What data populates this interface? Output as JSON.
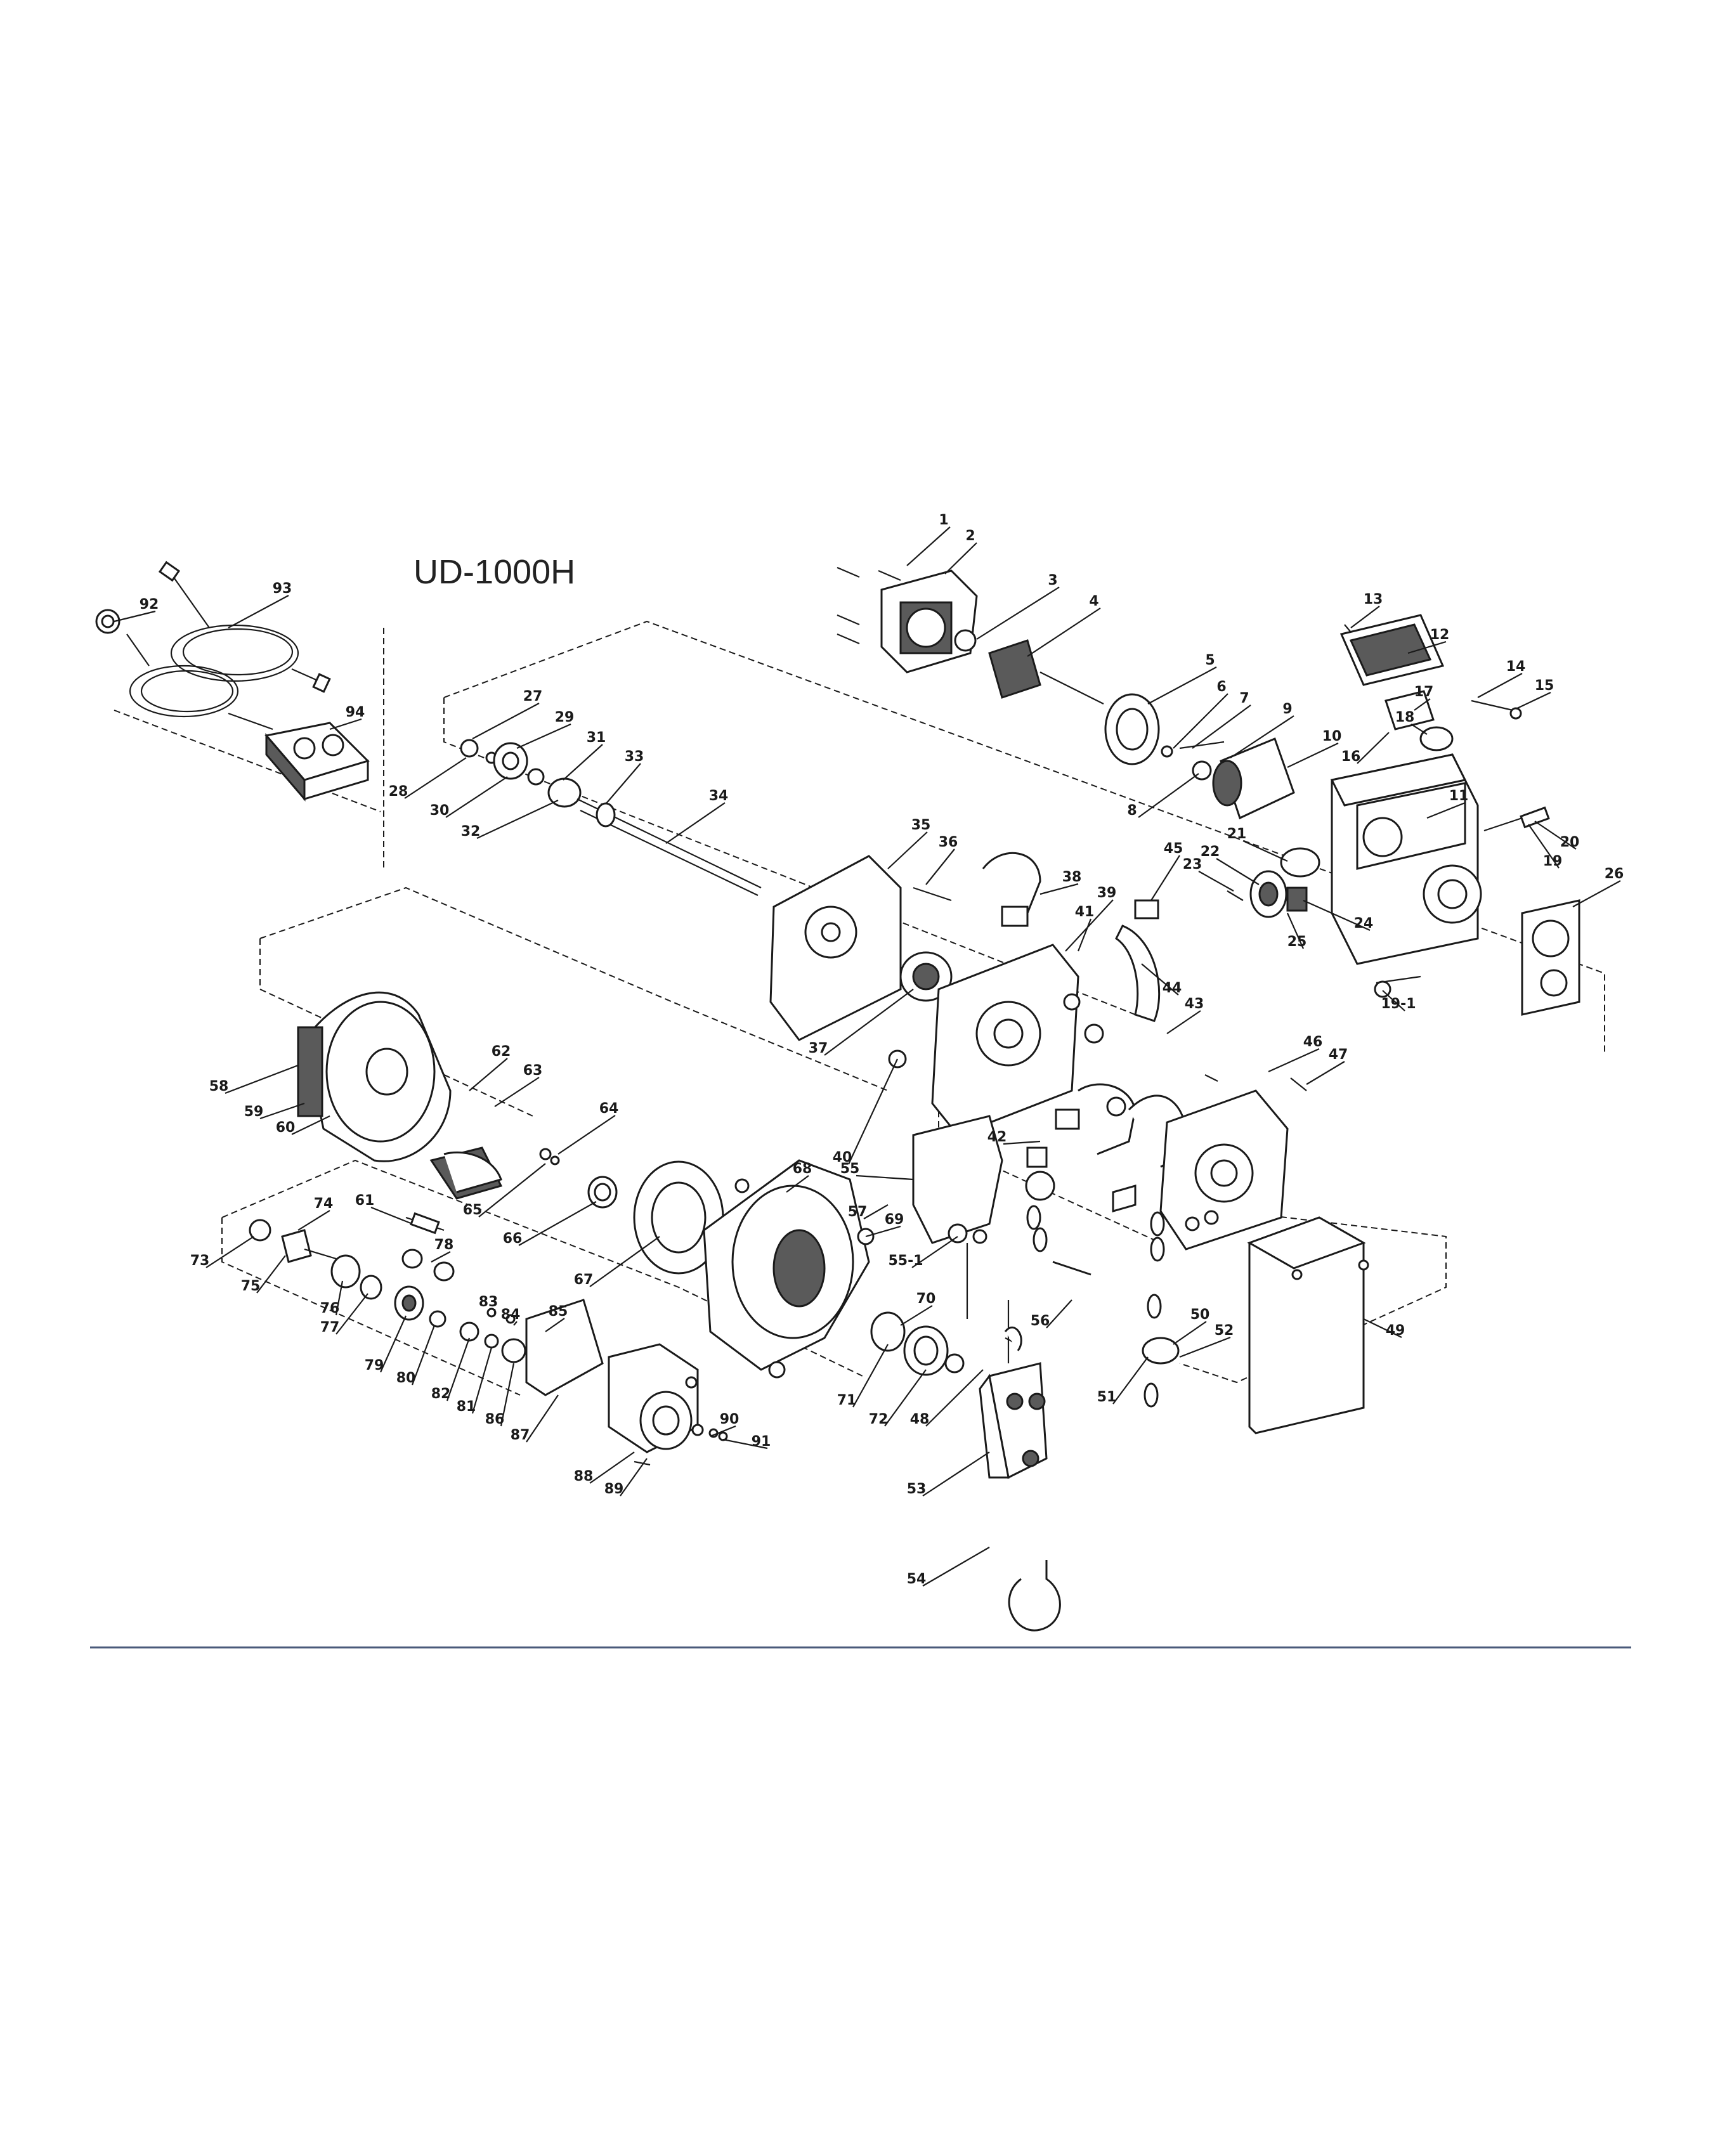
{
  "title": "UD-1000H",
  "colors": {
    "line": "#1a1a1a",
    "rule": "#4a5a7a",
    "background": "#ffffff"
  },
  "parts": [
    {
      "label": "1"
    },
    {
      "label": "2"
    },
    {
      "label": "3"
    },
    {
      "label": "4"
    },
    {
      "label": "5"
    },
    {
      "label": "6"
    },
    {
      "label": "7"
    },
    {
      "label": "8"
    },
    {
      "label": "9"
    },
    {
      "label": "10"
    },
    {
      "label": "11"
    },
    {
      "label": "12"
    },
    {
      "label": "13"
    },
    {
      "label": "14"
    },
    {
      "label": "15"
    },
    {
      "label": "16"
    },
    {
      "label": "17"
    },
    {
      "label": "18"
    },
    {
      "label": "19"
    },
    {
      "label": "19-1"
    },
    {
      "label": "20"
    },
    {
      "label": "21"
    },
    {
      "label": "22"
    },
    {
      "label": "23"
    },
    {
      "label": "24"
    },
    {
      "label": "25"
    },
    {
      "label": "26"
    },
    {
      "label": "27"
    },
    {
      "label": "28"
    },
    {
      "label": "29"
    },
    {
      "label": "30"
    },
    {
      "label": "31"
    },
    {
      "label": "32"
    },
    {
      "label": "33"
    },
    {
      "label": "34"
    },
    {
      "label": "35"
    },
    {
      "label": "36"
    },
    {
      "label": "37"
    },
    {
      "label": "38"
    },
    {
      "label": "39"
    },
    {
      "label": "40"
    },
    {
      "label": "41"
    },
    {
      "label": "42"
    },
    {
      "label": "43"
    },
    {
      "label": "44"
    },
    {
      "label": "45"
    },
    {
      "label": "46"
    },
    {
      "label": "47"
    },
    {
      "label": "48"
    },
    {
      "label": "49"
    },
    {
      "label": "50"
    },
    {
      "label": "51"
    },
    {
      "label": "52"
    },
    {
      "label": "53"
    },
    {
      "label": "54"
    },
    {
      "label": "55"
    },
    {
      "label": "55-1"
    },
    {
      "label": "56"
    },
    {
      "label": "57"
    },
    {
      "label": "58"
    },
    {
      "label": "59"
    },
    {
      "label": "60"
    },
    {
      "label": "61"
    },
    {
      "label": "62"
    },
    {
      "label": "63"
    },
    {
      "label": "64"
    },
    {
      "label": "65"
    },
    {
      "label": "66"
    },
    {
      "label": "67"
    },
    {
      "label": "68"
    },
    {
      "label": "69"
    },
    {
      "label": "70"
    },
    {
      "label": "71"
    },
    {
      "label": "72"
    },
    {
      "label": "73"
    },
    {
      "label": "74"
    },
    {
      "label": "75"
    },
    {
      "label": "76"
    },
    {
      "label": "77"
    },
    {
      "label": "78"
    },
    {
      "label": "79"
    },
    {
      "label": "80"
    },
    {
      "label": "81"
    },
    {
      "label": "82"
    },
    {
      "label": "83"
    },
    {
      "label": "84"
    },
    {
      "label": "85"
    },
    {
      "label": "86"
    },
    {
      "label": "87"
    },
    {
      "label": "88"
    },
    {
      "label": "89"
    },
    {
      "label": "90"
    },
    {
      "label": "91"
    },
    {
      "label": "92"
    },
    {
      "label": "93"
    },
    {
      "label": "94"
    }
  ]
}
